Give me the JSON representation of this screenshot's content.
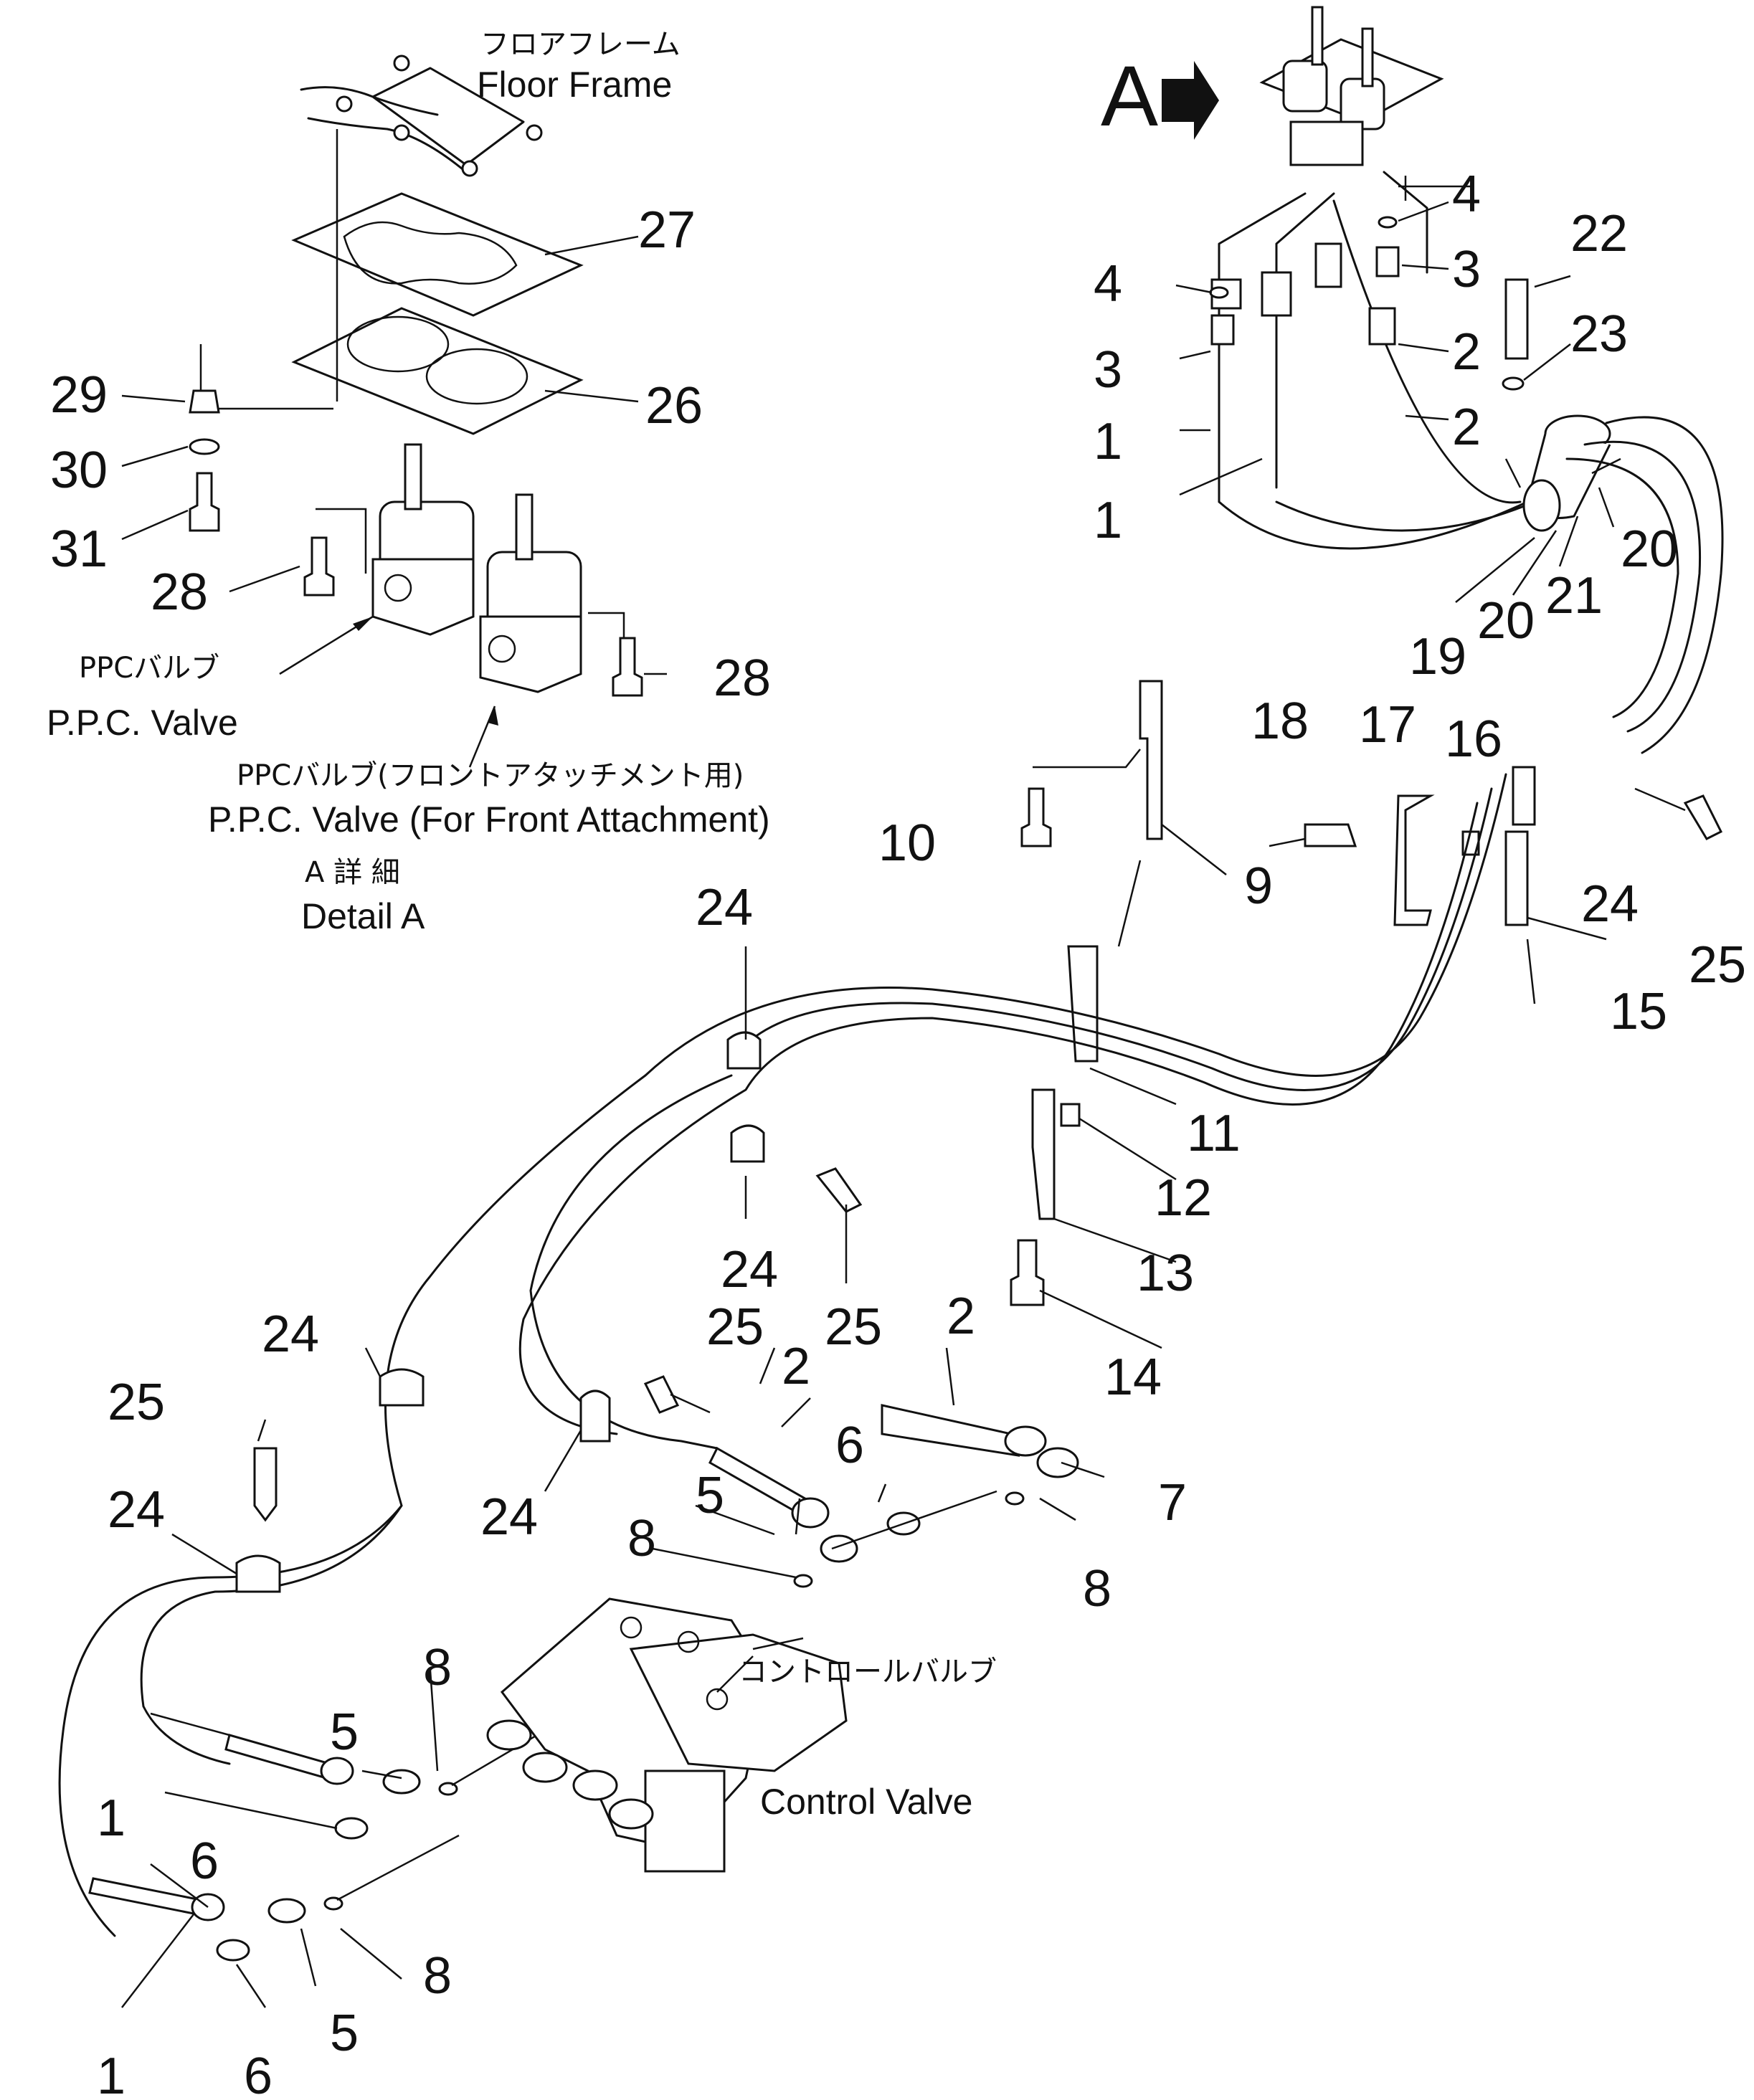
{
  "view_marker": "A",
  "captions": {
    "floor_frame_jp": "フロアフレーム",
    "floor_frame_en": "Floor Frame",
    "ppc_valve_jp": "PPCバルブ",
    "ppc_valve_en": "P.P.C. Valve",
    "ppc_front_jp": "PPCバルブ(フロントアタッチメント用)",
    "ppc_front_en": "P.P.C. Valve (For Front Attachment)",
    "detail_jp": "A 詳 細",
    "detail_en": "Detail A",
    "control_valve_jp": "コントロールバルブ",
    "control_valve_en": "Control Valve"
  },
  "callouts": [
    "27",
    "26",
    "29",
    "30",
    "31",
    "28",
    "28",
    "4",
    "4",
    "3",
    "3",
    "2",
    "2",
    "1",
    "1",
    "22",
    "23",
    "20",
    "21",
    "20",
    "19",
    "18",
    "17",
    "16",
    "10",
    "9",
    "24",
    "25",
    "15",
    "24",
    "11",
    "12",
    "13",
    "14",
    "24",
    "25",
    "24",
    "25",
    "2",
    "2",
    "6",
    "7",
    "5",
    "8",
    "8",
    "25",
    "24",
    "24",
    "8",
    "5",
    "1",
    "6",
    "8",
    "1",
    "5",
    "6"
  ]
}
